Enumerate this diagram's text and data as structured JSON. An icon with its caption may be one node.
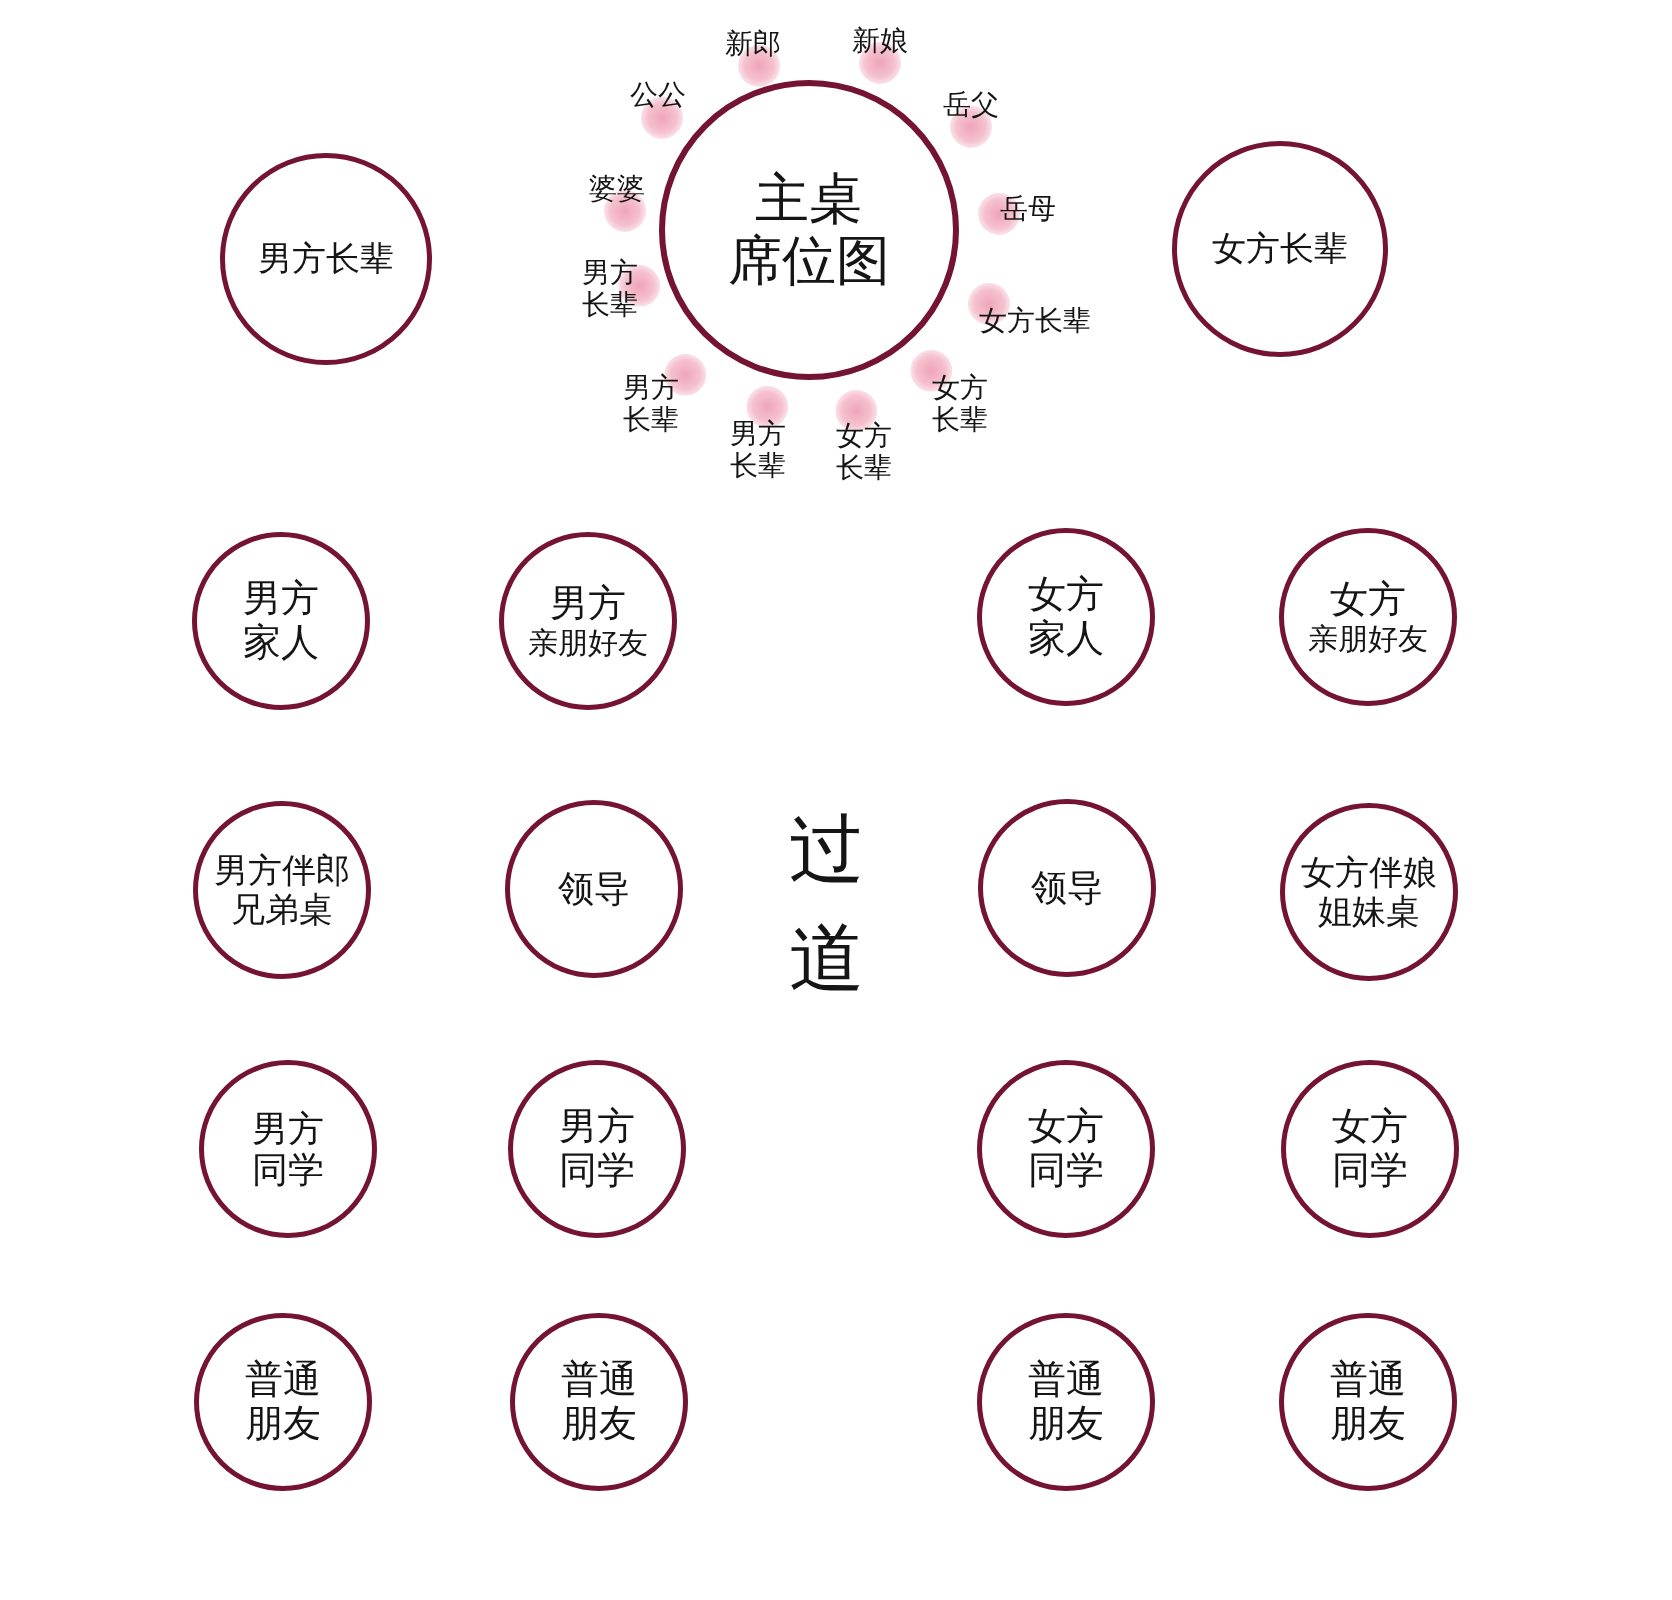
{
  "diagram": {
    "nodes": [
      {
        "text": [
          "男方长辈"
        ]
      },
      {
        "text": [
          "主桌席位图"
        ]
      },
      {
        "text": [
          "女方长辈"
        ]
      },
      {
        "text": [
          "新郎"
        ]
      },
      {
        "text": [
          "新娘"
        ]
      },
      {
        "text": [
          "公公"
        ]
      },
      {
        "text": [
          "岳父"
        ]
      },
      {
        "text": [
          "婆婆"
        ]
      },
      {
        "text": [
          "岳母"
        ]
      },
      {
        "text": [
          "男方长辈"
        ]
      },
      {
        "text": [
          "女方长辈"
        ]
      },
      {
        "text": [
          "男方长辈"
        ]
      },
      {
        "text": [
          "女方长辈"
        ]
      },
      {
        "text": [
          "男方长辈"
        ]
      },
      {
        "text": [
          "女方长辈"
        ]
      },
      {
        "text": [
          "男方家人"
        ]
      },
      {
        "text": [
          "男方",
          "亲朋好友"
        ]
      },
      {
        "text": [
          "女方家人"
        ]
      },
      {
        "text": [
          "女方",
          "亲朋好友"
        ]
      },
      {
        "text": [
          "男方伴郎兄弟桌"
        ]
      },
      {
        "text": [
          "领导"
        ]
      },
      {
        "text": [
          "领导"
        ]
      },
      {
        "text": [
          "女方伴娘姐妹桌"
        ]
      },
      {
        "text": [
          "男方同学"
        ]
      },
      {
        "text": [
          "男方同学"
        ]
      },
      {
        "text": [
          "女方同学"
        ]
      },
      {
        "text": [
          "女方同学"
        ]
      },
      {
        "text": [
          "普通朋友"
        ]
      },
      {
        "text": [
          "普通朋友"
        ]
      },
      {
        "text": [
          "普通朋友"
        ]
      },
      {
        "text": [
          "普通朋友"
        ]
      }
    ],
    "labels": [
      "过道"
    ]
  }
}
